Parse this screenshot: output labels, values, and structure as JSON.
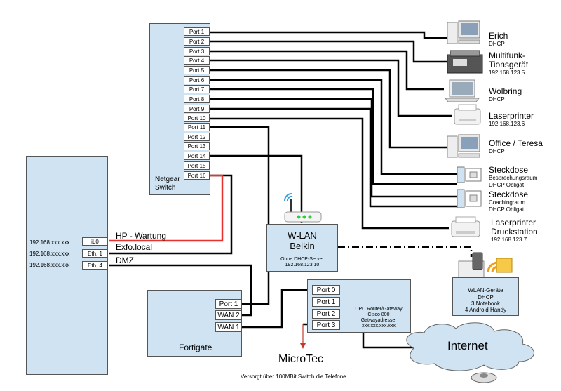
{
  "switch": {
    "name_line1": "Netgear",
    "name_line2": "Switch",
    "ports": [
      "Port 1",
      "Port 2",
      "Port 3",
      "Port 4",
      "Port 5",
      "Port 6",
      "Port 7",
      "Port 8",
      "Port 9",
      "Port 10",
      "Port 11",
      "Port 12",
      "Port 13",
      "Port 14",
      "Port 15",
      "Port 16"
    ]
  },
  "server": {
    "interfaces": [
      {
        "ip": "192.168.xxx.xxx",
        "port": "iL0",
        "desc": "HP - Wartung"
      },
      {
        "ip": "192.168.xxx.xxx",
        "port": "Eth. 1",
        "desc": "Exfo.local"
      },
      {
        "ip": "192.168.xxx.xxx",
        "port": "Eth. 4",
        "desc": "DMZ"
      }
    ]
  },
  "wlan": {
    "title1": "W-LAN",
    "title2": "Belkin",
    "note1": "Ohne  DHCP-Server",
    "note2": "192.168.123.10"
  },
  "fortigate": {
    "name": "Fortigate",
    "ports": [
      "Port 1",
      "WAN 2",
      "WAN 1"
    ]
  },
  "router": {
    "ports": [
      "Port 0",
      "Port 1",
      "Port 2",
      "Port 3"
    ],
    "line1": "UPC Router/Gateway",
    "line2": "Cisco 800",
    "line3": "Gatwayadresse:",
    "line4": "xxx.xxx.xxx.xxx"
  },
  "devices": [
    {
      "name": "Erich",
      "sub1": "DHCP",
      "sub2": ""
    },
    {
      "name": "Multifunk-",
      "name2": "Tionsgerät",
      "sub1": "192.168.123.5"
    },
    {
      "name": "Wolbring",
      "sub1": "DHCP"
    },
    {
      "name": "Laserprinter",
      "sub1": "192.168.123.6"
    },
    {
      "name": "Office / Teresa",
      "sub1": "DHCP"
    },
    {
      "name": "Steckdose",
      "sub1": "Besprechungsraum",
      "sub2": "DHCP Obligat"
    },
    {
      "name": "Steckdose",
      "sub1": "Coachingraum",
      "sub2": "DHCP Obligat"
    },
    {
      "name": "Laserprinter",
      "name2": "Druckstation",
      "sub1": "192.168.123.7"
    }
  ],
  "wlan_devices": {
    "line1": "WLAN-Geräte",
    "line2": "DHCP",
    "line3": "3 Notebook",
    "line4": "4 Android Handy"
  },
  "internet": "Internet",
  "microtec": "MicroTec",
  "footer": "Versorgt über 100MBit Switch die Telefone",
  "colors": {
    "box": "#cfe3f2",
    "red_link": "#e8322d",
    "arrow": "#c0392b"
  }
}
